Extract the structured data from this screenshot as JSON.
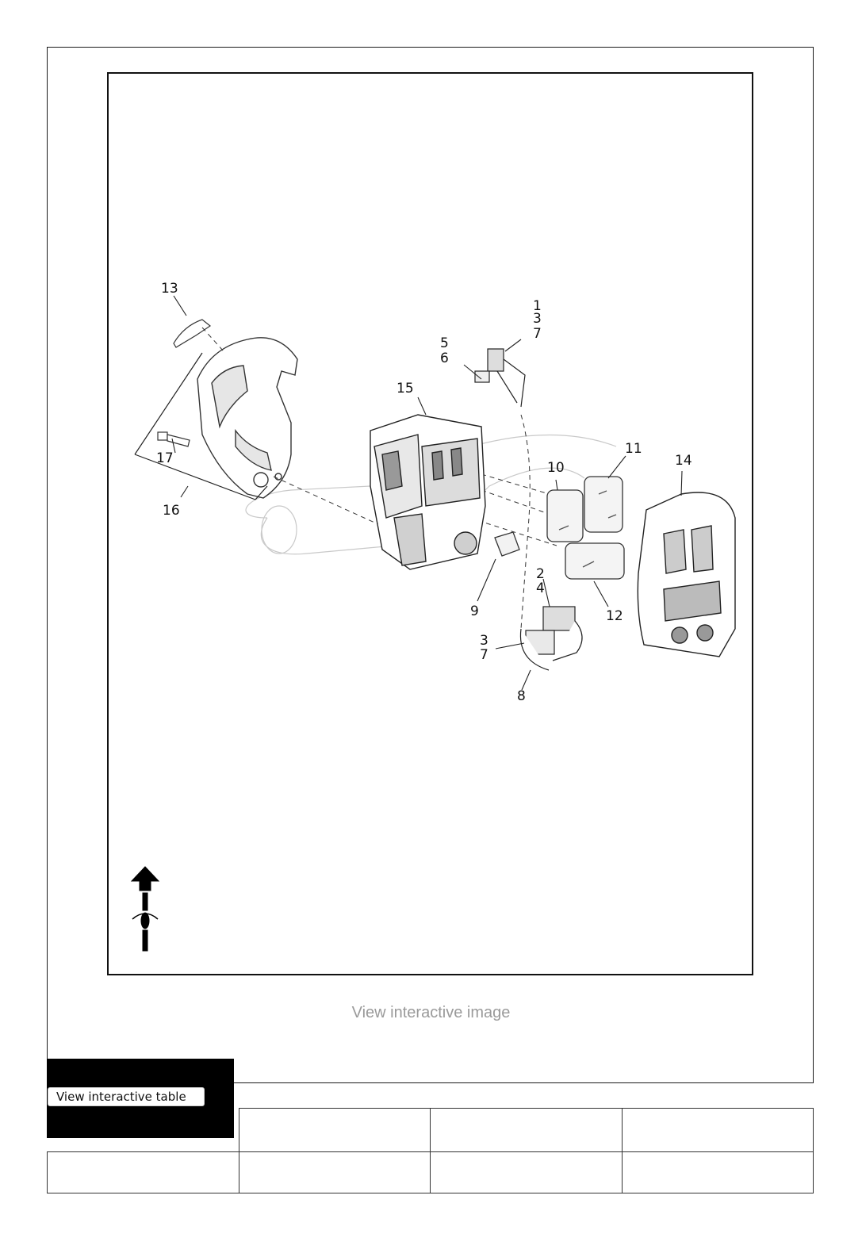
{
  "figure": {
    "callouts": [
      {
        "label": "13"
      },
      {
        "label": "1"
      },
      {
        "label": "3"
      },
      {
        "label": "7"
      },
      {
        "label": "5"
      },
      {
        "label": "6"
      },
      {
        "label": "15"
      },
      {
        "label": "17"
      },
      {
        "label": "16"
      },
      {
        "label": "10"
      },
      {
        "label": "11"
      },
      {
        "label": "14"
      },
      {
        "label": "2"
      },
      {
        "label": "4"
      },
      {
        "label": "9"
      },
      {
        "label": "12"
      },
      {
        "label": "3"
      },
      {
        "label": "7"
      },
      {
        "label": "8"
      }
    ]
  },
  "links": {
    "view_image": "View interactive image",
    "view_table": "View interactive table"
  },
  "table": {
    "rows": [
      [
        "",
        "",
        "",
        ""
      ],
      [
        "",
        "",
        "",
        ""
      ]
    ]
  }
}
